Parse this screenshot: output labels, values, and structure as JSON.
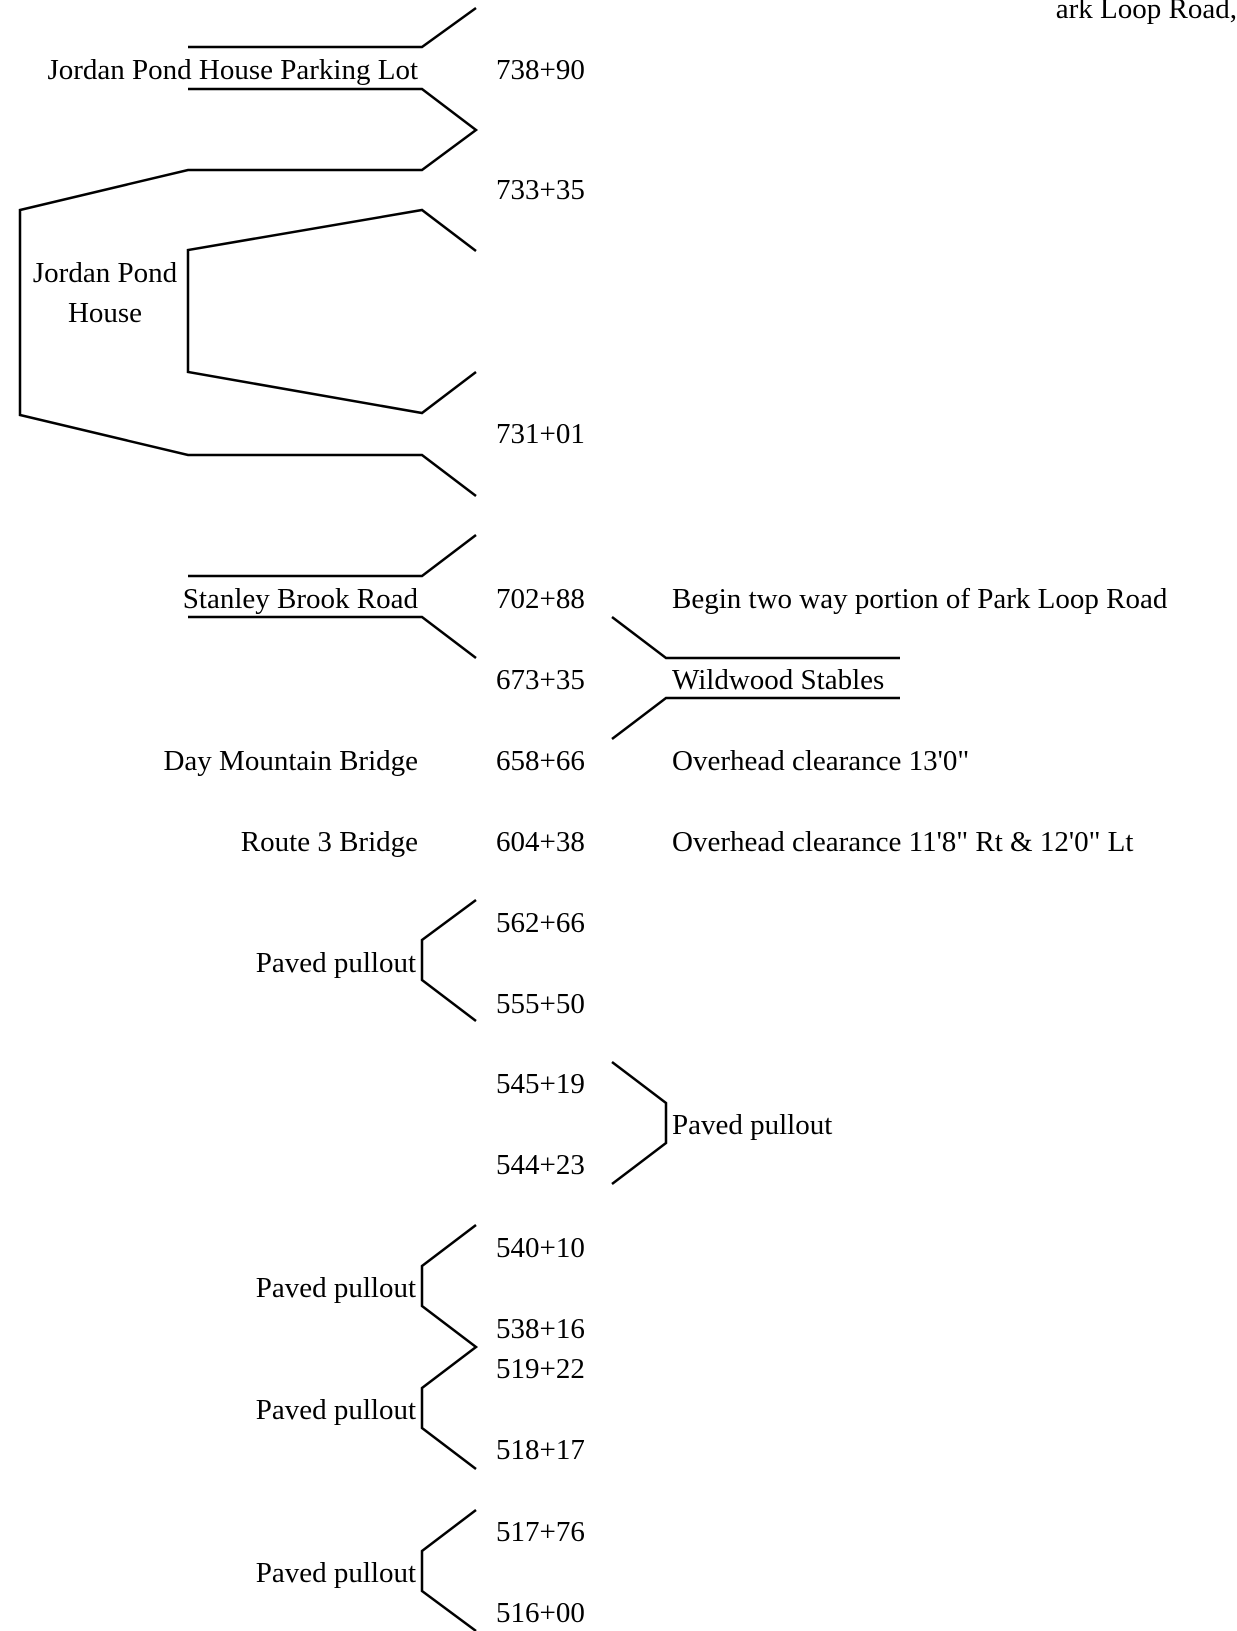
{
  "diagram": {
    "top_fragment": "ark Loop Road,",
    "stations": {
      "s738_90": "738+90",
      "s733_35": "733+35",
      "s731_01": "731+01",
      "s702_88": "702+88",
      "s673_35": "673+35",
      "s658_66": "658+66",
      "s604_38": "604+38",
      "s562_66": "562+66",
      "s555_50": "555+50",
      "s545_19": "545+19",
      "s544_23": "544+23",
      "s540_10": "540+10",
      "s538_16": "538+16",
      "s519_22": "519+22",
      "s518_17": "518+17",
      "s517_76": "517+76",
      "s516_00": "516+00"
    },
    "left_labels": {
      "jordan_pond_parking": "Jordan Pond House Parking Lot",
      "jordan_pond_house_line1": "Jordan Pond",
      "jordan_pond_house_line2": "House",
      "stanley_brook": "Stanley Brook Road",
      "day_mountain": "Day Mountain Bridge",
      "route3": "Route 3 Bridge",
      "pullout_1": "Paved pullout",
      "pullout_3": "Paved pullout",
      "pullout_4": "Paved pullout",
      "pullout_5": "Paved pullout"
    },
    "right_labels": {
      "begin_two_way": "Begin two way portion of Park Loop Road",
      "wildwood": "Wildwood Stables",
      "day_mountain_clearance": "Overhead clearance 13'0\"",
      "route3_clearance": "Overhead clearance 11'8\" Rt & 12'0\" Lt",
      "pullout_2": "Paved pullout"
    }
  }
}
